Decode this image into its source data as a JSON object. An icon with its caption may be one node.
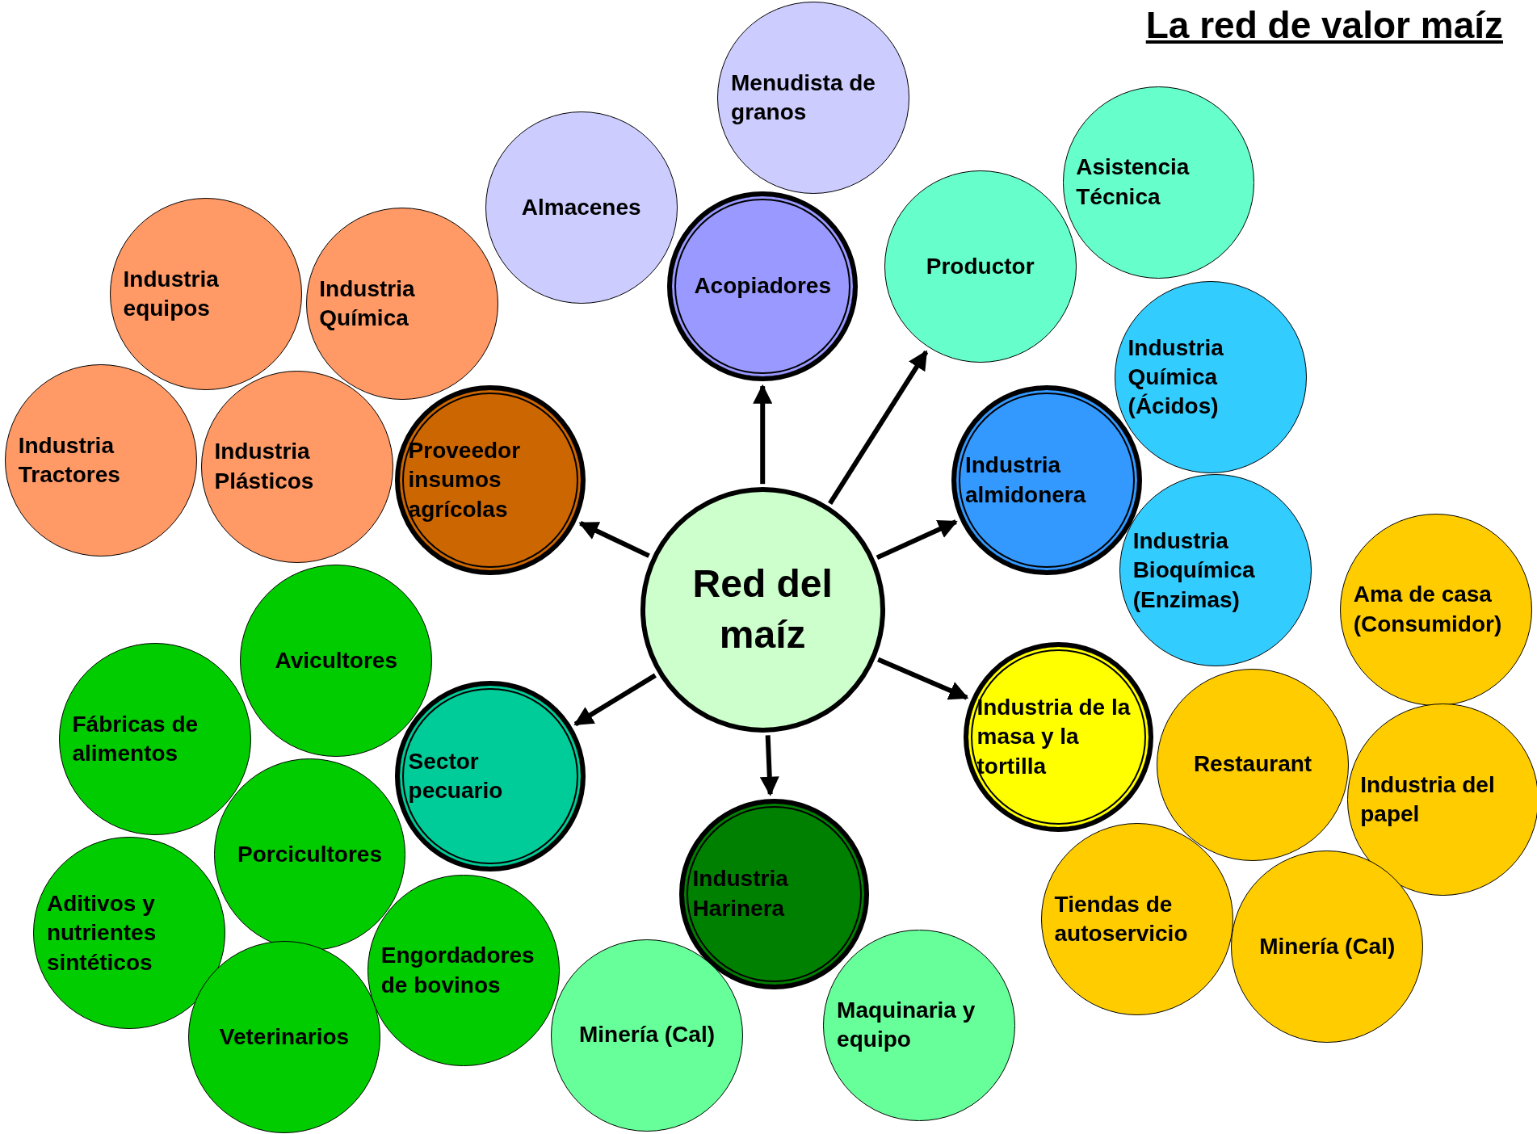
{
  "diagram": {
    "title": "La red de valor maíz",
    "nodes": [
      {
        "text": [
          "Red del maíz"
        ]
      },
      {
        "text": [
          "Acopiadores"
        ]
      },
      {
        "text": [
          "Productor"
        ]
      },
      {
        "text": [
          "Industria almidonera"
        ]
      },
      {
        "text": [
          "Industria de la masa y la tortilla"
        ]
      },
      {
        "text": [
          "Industria Harinera"
        ]
      },
      {
        "text": [
          "Sector pecuario"
        ]
      },
      {
        "text": [
          "Proveedor insumos agrícolas"
        ]
      },
      {
        "text": [
          "Menudista de granos"
        ]
      },
      {
        "text": [
          "Almacenes"
        ]
      },
      {
        "text": [
          "Asistencia Técnica"
        ]
      },
      {
        "text": [
          "Industria Química (Ácidos)"
        ]
      },
      {
        "text": [
          "Industria Bioquímica (Enzimas)"
        ]
      },
      {
        "text": [
          "Ama de casa (Consumidor)"
        ]
      },
      {
        "text": [
          "Restaurant"
        ]
      },
      {
        "text": [
          "Industria del papel"
        ]
      },
      {
        "text": [
          "Tiendas de autoservicio"
        ]
      },
      {
        "text": [
          "Minería (Cal)"
        ]
      },
      {
        "text": [
          "Maquinaria y equipo"
        ]
      },
      {
        "text": [
          "Minería (Cal)"
        ]
      },
      {
        "text": [
          "Avicultores"
        ]
      },
      {
        "text": [
          "Fábricas de alimentos"
        ]
      },
      {
        "text": [
          "Porcicultores"
        ]
      },
      {
        "text": [
          "Aditivos y nutrientes sintéticos"
        ]
      },
      {
        "text": [
          "Engordadores de bovinos"
        ]
      },
      {
        "text": [
          "Veterinarios"
        ]
      },
      {
        "text": [
          "Industria equipos"
        ]
      },
      {
        "text": [
          "Industria Química"
        ]
      },
      {
        "text": [
          "Industria Tractores"
        ]
      },
      {
        "text": [
          "Industria Plásticos"
        ]
      }
    ],
    "edges": [
      {
        "from": 0,
        "to": 1,
        "arrow": "to"
      },
      {
        "from": 0,
        "to": 2,
        "arrow": "to"
      },
      {
        "from": 0,
        "to": 3,
        "arrow": "to"
      },
      {
        "from": 0,
        "to": 4,
        "arrow": "to"
      },
      {
        "from": 0,
        "to": 5,
        "arrow": "to"
      },
      {
        "from": 0,
        "to": 6,
        "arrow": "to"
      },
      {
        "from": 0,
        "to": 7,
        "arrow": "to"
      }
    ]
  }
}
